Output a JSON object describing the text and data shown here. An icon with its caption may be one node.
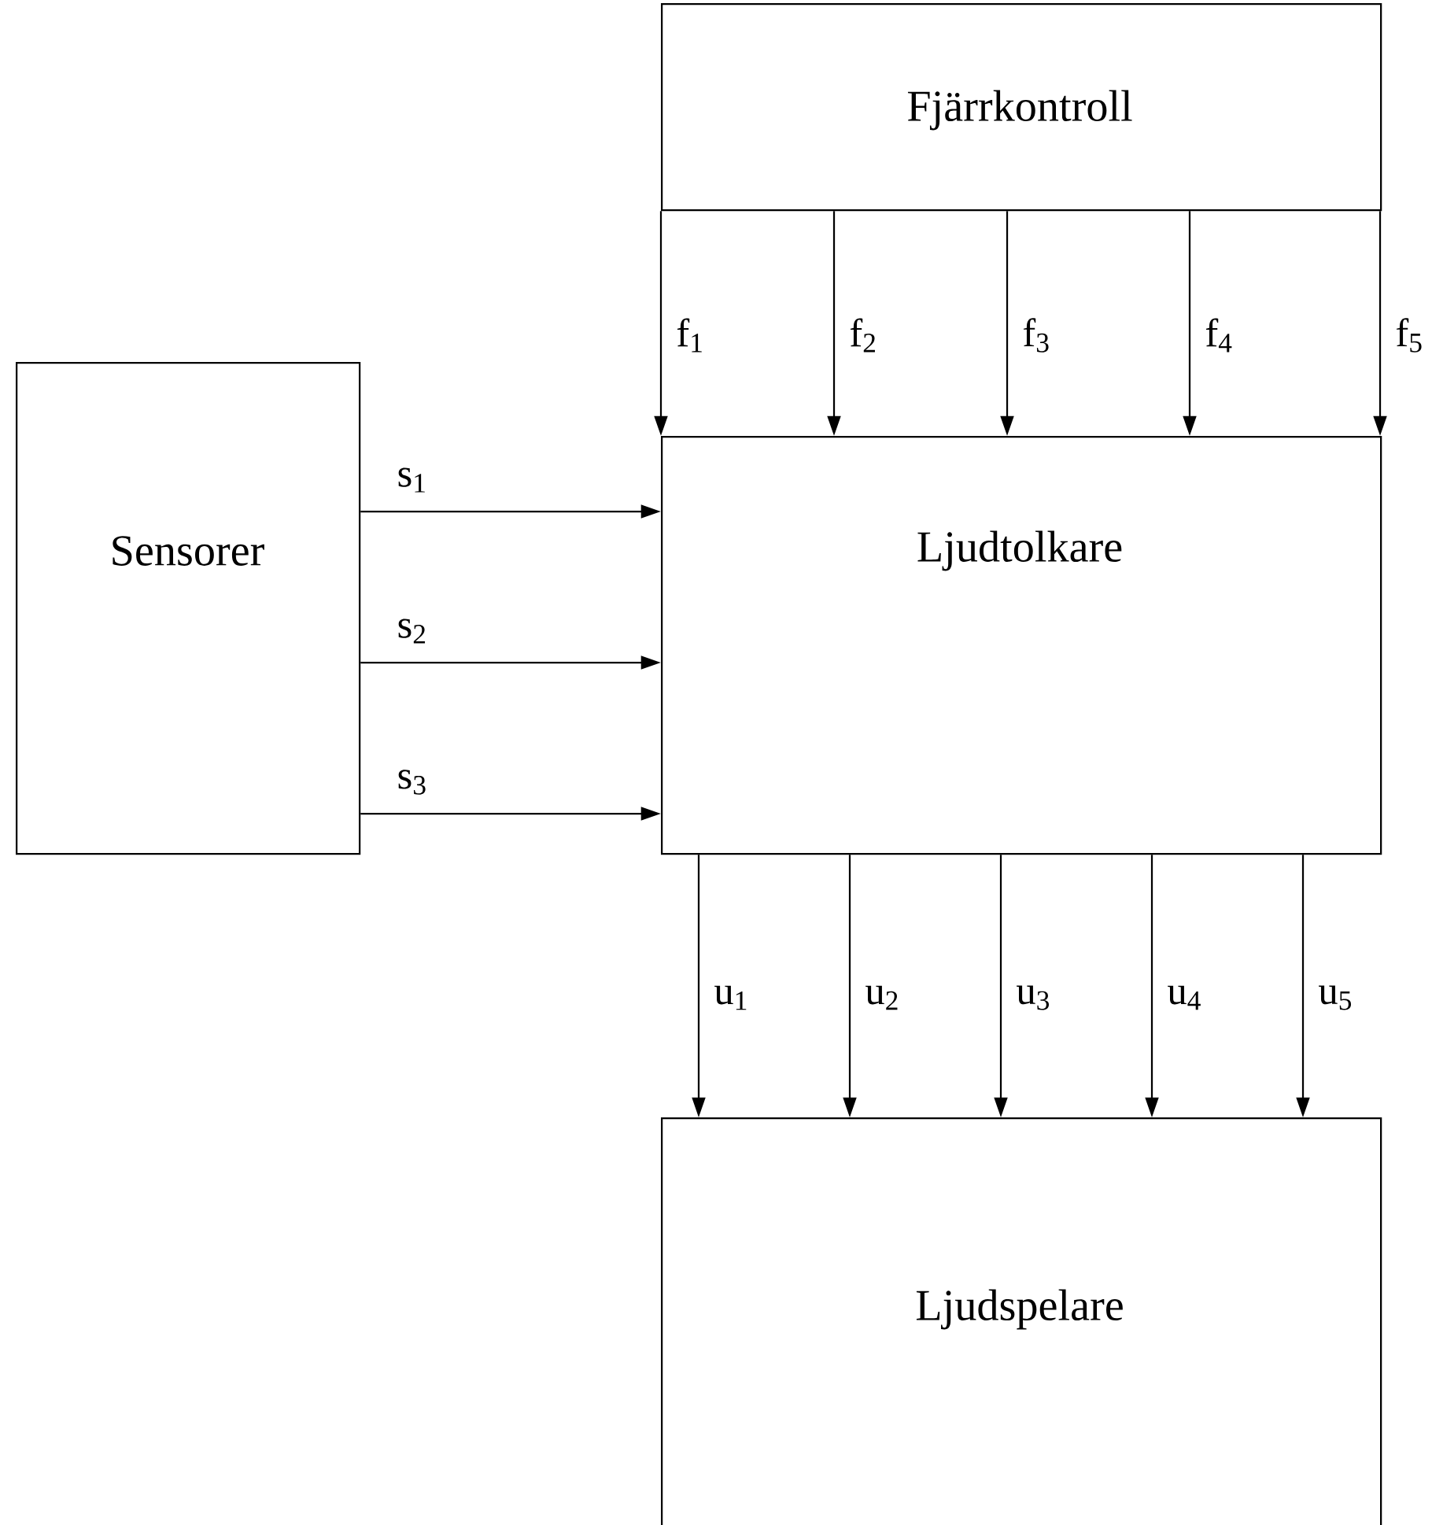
{
  "diagram": {
    "nodes": [
      {
        "text": [
          "Fjärrkontroll"
        ]
      },
      {
        "text": [
          "Sensorer"
        ]
      },
      {
        "text": [
          "Ljudtolkare"
        ]
      },
      {
        "text": [
          "Ljudspelare"
        ]
      }
    ],
    "edges": [
      {
        "from": 0,
        "to": 2,
        "arrow": "to",
        "label": "f$_{1}$"
      },
      {
        "from": 0,
        "to": 2,
        "arrow": "to",
        "label": "f$_{2}$"
      },
      {
        "from": 0,
        "to": 2,
        "arrow": "to",
        "label": "f$_{3}$"
      },
      {
        "from": 0,
        "to": 2,
        "arrow": "to",
        "label": "f$_{4}$"
      },
      {
        "from": 0,
        "to": 2,
        "arrow": "to",
        "label": "f$_{5}$"
      },
      {
        "from": 1,
        "to": 2,
        "arrow": "to",
        "label": "s$_{1}$"
      },
      {
        "from": 1,
        "to": 2,
        "arrow": "to",
        "label": "s$_{2}$"
      },
      {
        "from": 1,
        "to": 2,
        "arrow": "to",
        "label": "s$_{3}$"
      },
      {
        "from": 2,
        "to": 3,
        "arrow": "to",
        "label": "u$_{1}$"
      },
      {
        "from": 2,
        "to": 3,
        "arrow": "to",
        "label": "u$_{2}$"
      },
      {
        "from": 2,
        "to": 3,
        "arrow": "to",
        "label": "u$_{3}$"
      },
      {
        "from": 2,
        "to": 3,
        "arrow": "to",
        "label": "u$_{4}$"
      },
      {
        "from": 2,
        "to": 3,
        "arrow": "to",
        "label": "u$_{5}$"
      }
    ]
  }
}
